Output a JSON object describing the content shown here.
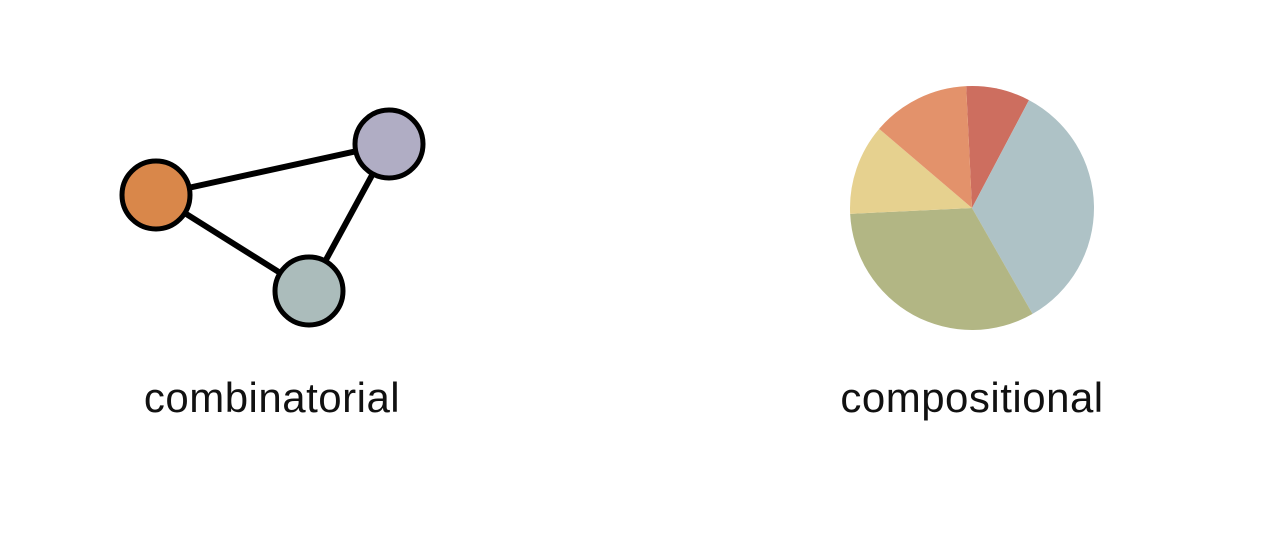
{
  "panels": {
    "combinatorial": {
      "label": "combinatorial",
      "nodes": [
        {
          "name": "node-orange",
          "color": "#d9874a"
        },
        {
          "name": "node-purple",
          "color": "#b0adc4"
        },
        {
          "name": "node-gray",
          "color": "#abbcbb"
        }
      ],
      "edges": [
        [
          "node-orange",
          "node-purple"
        ],
        [
          "node-orange",
          "node-gray"
        ],
        [
          "node-purple",
          "node-gray"
        ]
      ],
      "node_stroke_color": "#000000"
    },
    "compositional": {
      "label": "compositional",
      "slices": [
        {
          "name": "slice-red",
          "color": "#cd6e5f",
          "share": 0.085
        },
        {
          "name": "slice-blue-gray",
          "color": "#aec2c6",
          "share": 0.34
        },
        {
          "name": "slice-olive",
          "color": "#b2b684",
          "share": 0.325
        },
        {
          "name": "slice-yellow",
          "color": "#e6d18f",
          "share": 0.12
        },
        {
          "name": "slice-orange",
          "color": "#e3926b",
          "share": 0.13
        }
      ]
    }
  }
}
